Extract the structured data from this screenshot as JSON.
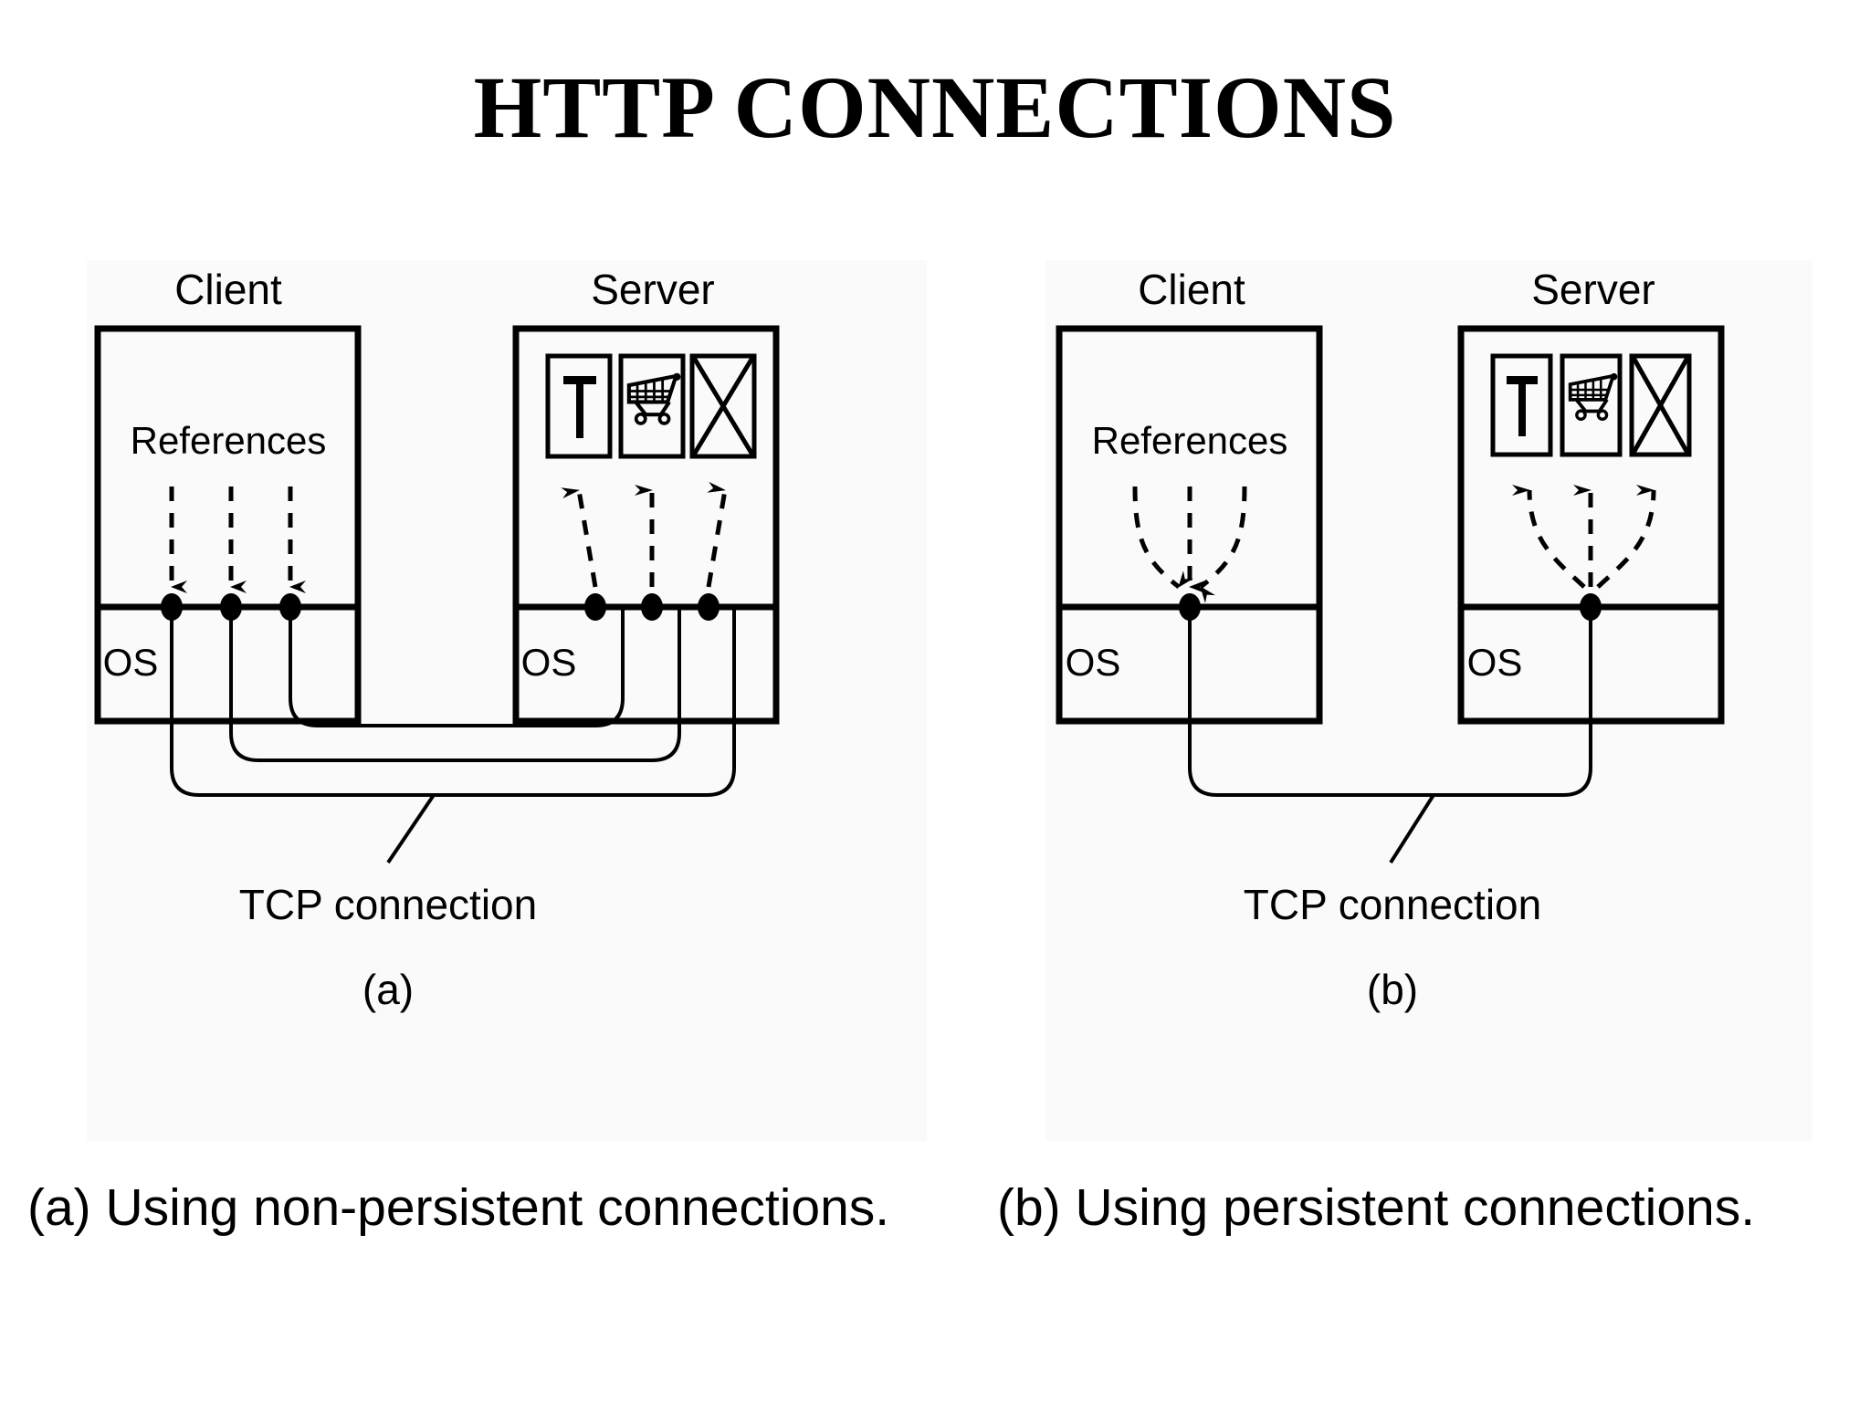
{
  "slide": {
    "title": "HTTP CONNECTIONS",
    "background_color": "#ffffff",
    "panel_background_color": "#fafafa",
    "ink_color": "#000000"
  },
  "figures": [
    {
      "id": "a",
      "sub_label": "(a)",
      "caption": "(a) Using non-persistent connections.",
      "connection_label": "TCP connection",
      "connection_count": 3,
      "client": {
        "title": "Client",
        "references_label": "References",
        "os_label": "OS",
        "socket_dots": 3,
        "reference_arrows": 3,
        "arrow_style": "straight-dashed-down"
      },
      "server": {
        "title": "Server",
        "os_label": "OS",
        "socket_dots": 3,
        "reply_arrows": 3,
        "arrow_style": "straight-dashed-up",
        "resources": [
          {
            "name": "text-document-icon",
            "glyph": "T",
            "label": "T"
          },
          {
            "name": "shopping-cart-icon",
            "glyph": "cart",
            "label": ""
          },
          {
            "name": "image-placeholder-icon",
            "glyph": "crossed-box",
            "label": ""
          }
        ]
      }
    },
    {
      "id": "b",
      "sub_label": "(b)",
      "caption": "(b) Using persistent connections.",
      "connection_label": "TCP connection",
      "connection_count": 1,
      "client": {
        "title": "Client",
        "references_label": "References",
        "os_label": "OS",
        "socket_dots": 1,
        "reference_arrows": 3,
        "arrow_style": "converging-dashed-down"
      },
      "server": {
        "title": "Server",
        "os_label": "OS",
        "socket_dots": 1,
        "reply_arrows": 3,
        "arrow_style": "diverging-dashed-up",
        "resources": [
          {
            "name": "text-document-icon",
            "glyph": "T",
            "label": "T"
          },
          {
            "name": "shopping-cart-icon",
            "glyph": "cart",
            "label": ""
          },
          {
            "name": "image-placeholder-icon",
            "glyph": "crossed-box",
            "label": ""
          }
        ]
      }
    }
  ]
}
